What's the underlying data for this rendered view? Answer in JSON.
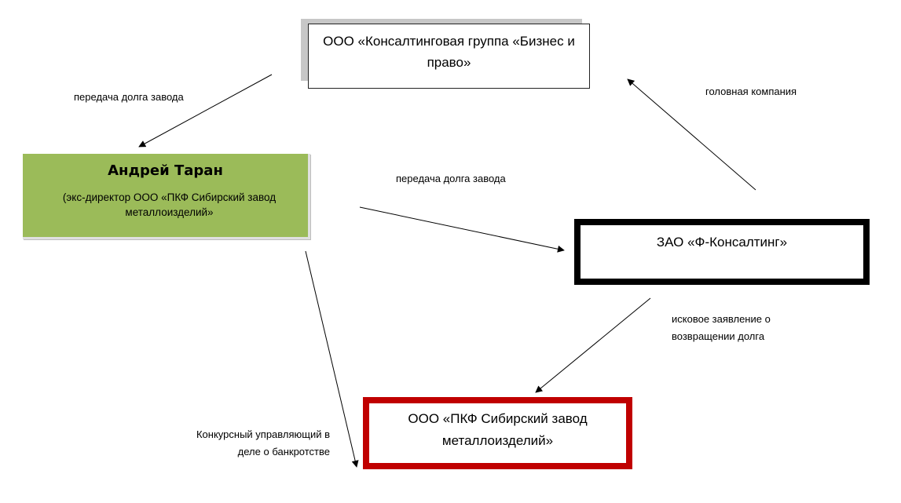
{
  "nodes": {
    "consulting_group": {
      "label": "ООО «Консалтинговая группа «Бизнес и право»"
    },
    "andrey_taran": {
      "name": "Андрей Таран",
      "role": "(экс-директор ООО «ПКФ Сибирский завод металлоизделий»"
    },
    "f_consulting": {
      "label": "ЗАО «Ф-Консалтинг»"
    },
    "pkf_plant": {
      "label": "ООО «ПКФ Сибирский завод металлоизделий»"
    }
  },
  "edges": [
    {
      "from": "consulting_group",
      "to": "andrey_taran",
      "label": "передача долга завода"
    },
    {
      "from": "andrey_taran",
      "to": "f_consulting",
      "label": "передача долга завода"
    },
    {
      "from": "f_consulting",
      "to": "consulting_group",
      "label": "головная компания"
    },
    {
      "from": "f_consulting",
      "to": "pkf_plant",
      "label": "исковое заявление о возвращении долга"
    },
    {
      "from": "andrey_taran",
      "to": "pkf_plant",
      "label": "Конкурсный управляющий в деле о банкротстве"
    }
  ],
  "colors": {
    "taran_fill": "#9bbb59",
    "pkf_border": "#c00000",
    "f_consulting_border": "#000000",
    "shadow": "#c7c7c7"
  }
}
